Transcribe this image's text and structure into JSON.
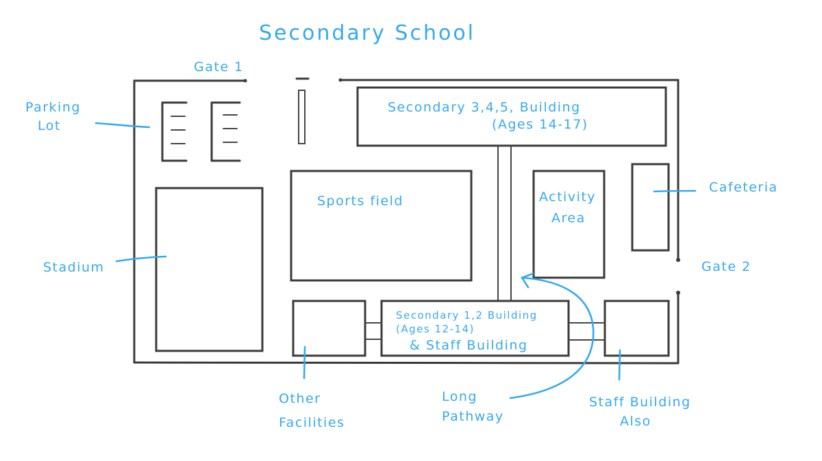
{
  "title": "Secondary School",
  "labels": {
    "gate1": "Gate 1",
    "gate2": "Gate 2",
    "parking_line1": "Parking",
    "parking_line2": "Lot",
    "stadium": "Stadium",
    "sports_field": "Sports field",
    "sec345_line1": "Secondary 3,4,5, Building",
    "sec345_line2": "(Ages 14-17)",
    "activity_line1": "Activity",
    "activity_line2": "Area",
    "cafeteria": "Cafeteria",
    "sec12_line1": "Secondary 1,2 Building",
    "sec12_line2": "(Ages 12-14)",
    "sec12_line3": "& Staff Building",
    "other_line1": "Other",
    "other_line2": "Facilities",
    "pathway_line1": "Long",
    "pathway_line2": "Pathway",
    "staff_line1": "Staff Building",
    "staff_line2": "Also"
  },
  "colors": {
    "ink": "#3a3a3a",
    "label": "#35a9ee"
  }
}
